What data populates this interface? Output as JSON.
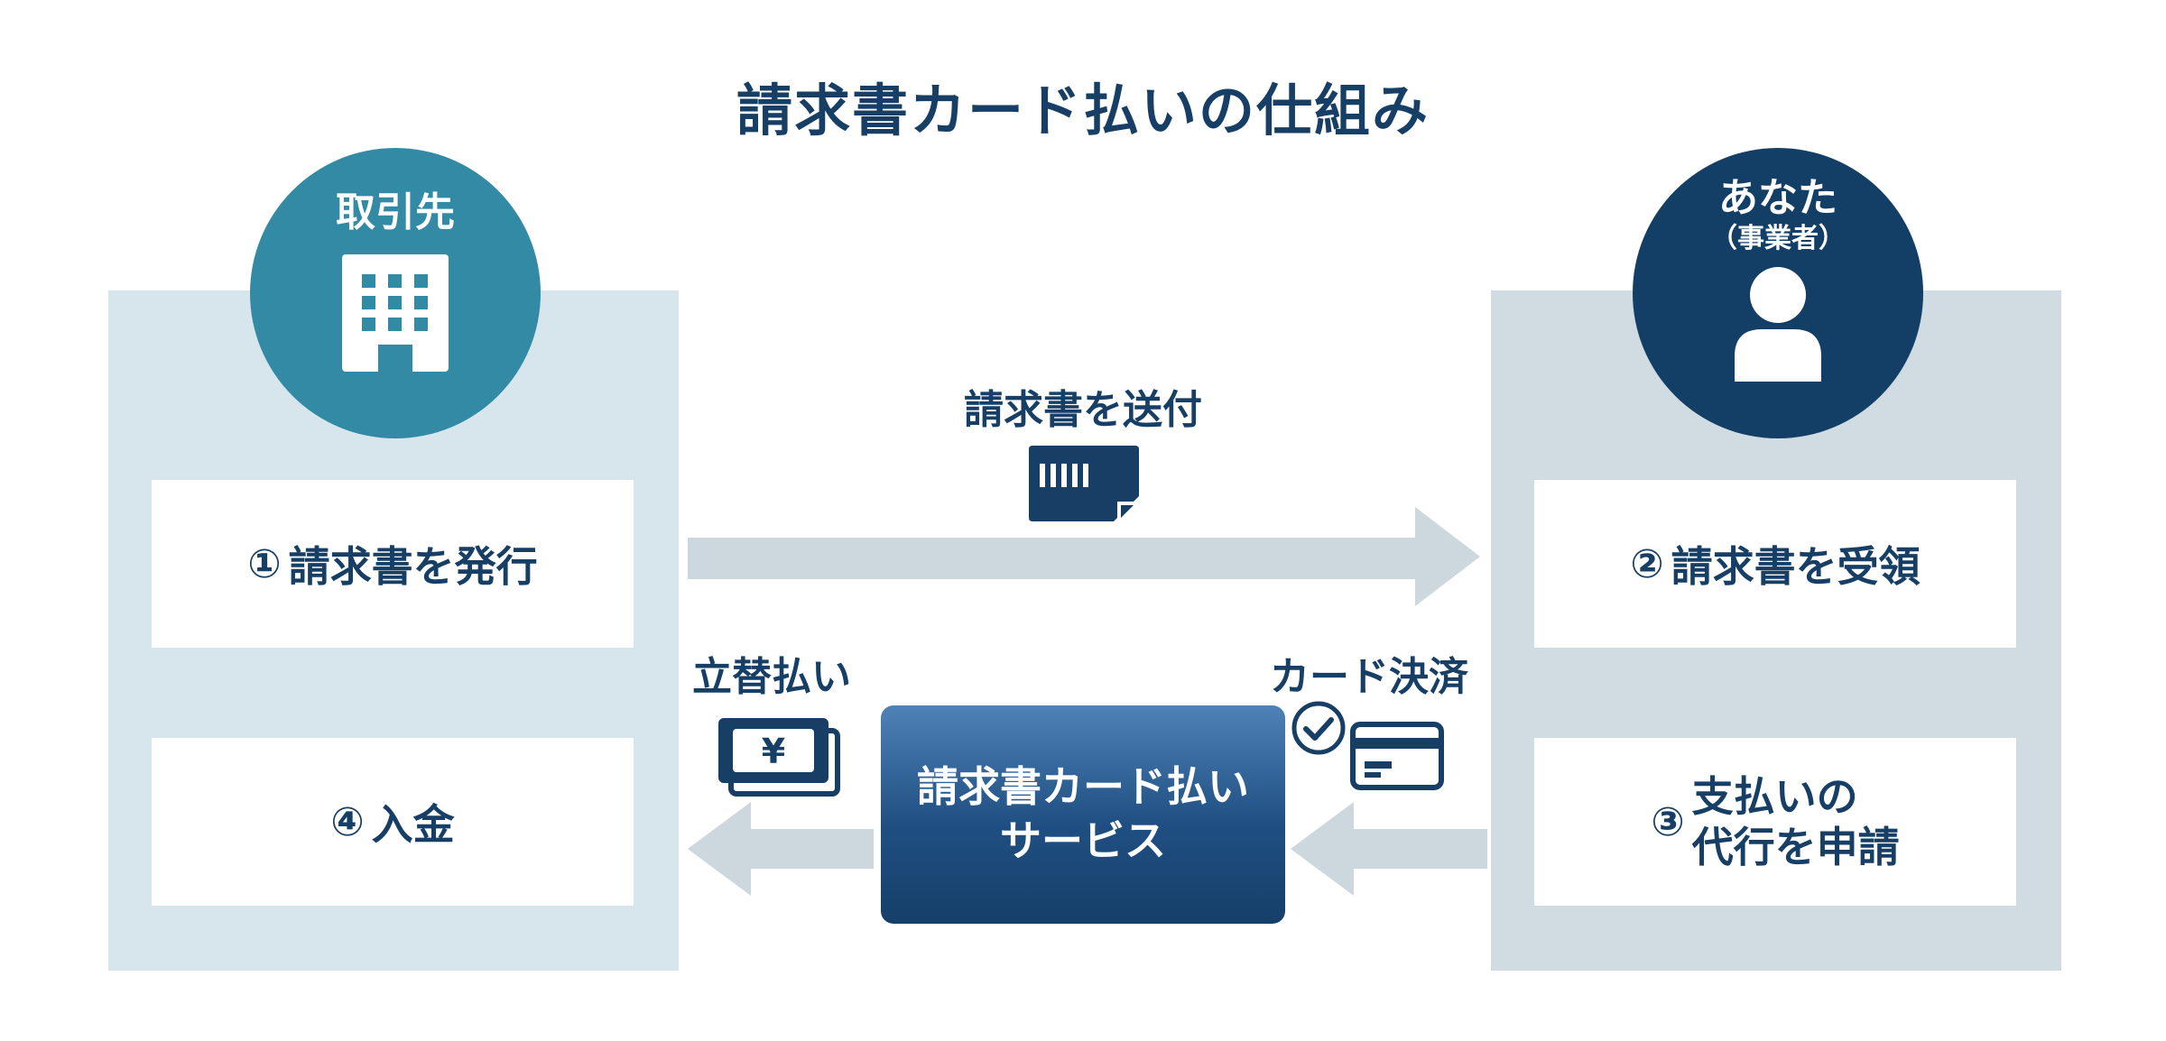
{
  "title": "請求書カード払いの仕組み",
  "partner": {
    "label": "取引先",
    "icon": "building-icon",
    "color": "#328aa5"
  },
  "you": {
    "label": "あなた",
    "sublabel": "（事業者）",
    "icon": "person-icon",
    "color": "#133e66"
  },
  "steps": {
    "step1": {
      "number": "①",
      "text": "請求書を発行"
    },
    "step2": {
      "number": "②",
      "text": "請求書を受領"
    },
    "step3": {
      "number": "③",
      "line1": "支払いの",
      "line2": "代行を申請"
    },
    "step4": {
      "number": "④",
      "text": "入金"
    }
  },
  "flows": {
    "send_invoice": "請求書を送付",
    "advance_payment": "立替払い",
    "card_payment": "カード決済"
  },
  "service": {
    "line1": "請求書カード払い",
    "line2": "サービス"
  },
  "colors": {
    "navy": "#173f66",
    "teal": "#328aa5",
    "left_panel": "#d7e6ed",
    "right_panel": "#d1dbe2",
    "arrow": "#cdd7de"
  }
}
